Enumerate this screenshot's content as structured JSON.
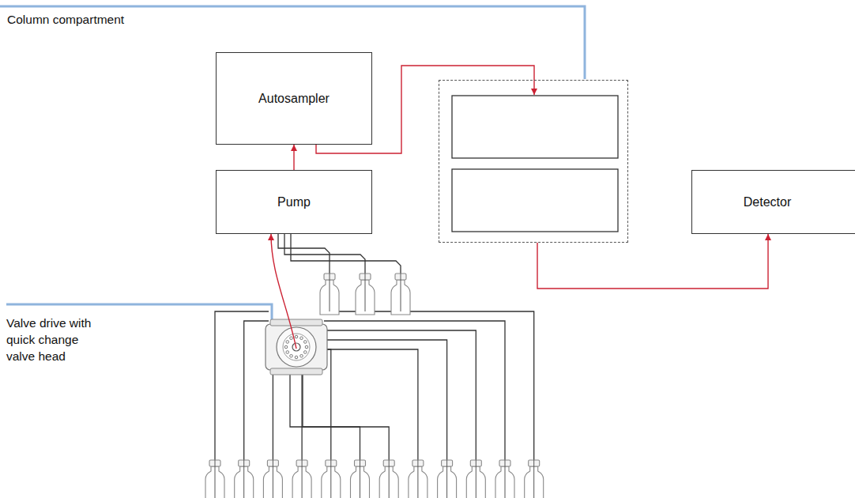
{
  "diagram": {
    "nodes": [
      {
        "text": [
          "Autosampler"
        ]
      },
      {
        "text": [
          "Pump"
        ]
      },
      {
        "text": [
          "Column compartment"
        ]
      },
      {
        "text": [
          "Detector"
        ]
      },
      {
        "text": [
          "Valve drive with quick change valve head"
        ]
      }
    ],
    "edges": [
      {
        "from": 1,
        "to": 0,
        "arrow": "to"
      },
      {
        "from": 0,
        "to": 2,
        "arrow": "to"
      },
      {
        "from": 2,
        "to": 3,
        "arrow": "to"
      },
      {
        "from": 4,
        "to": 1,
        "arrow": "to"
      }
    ]
  }
}
